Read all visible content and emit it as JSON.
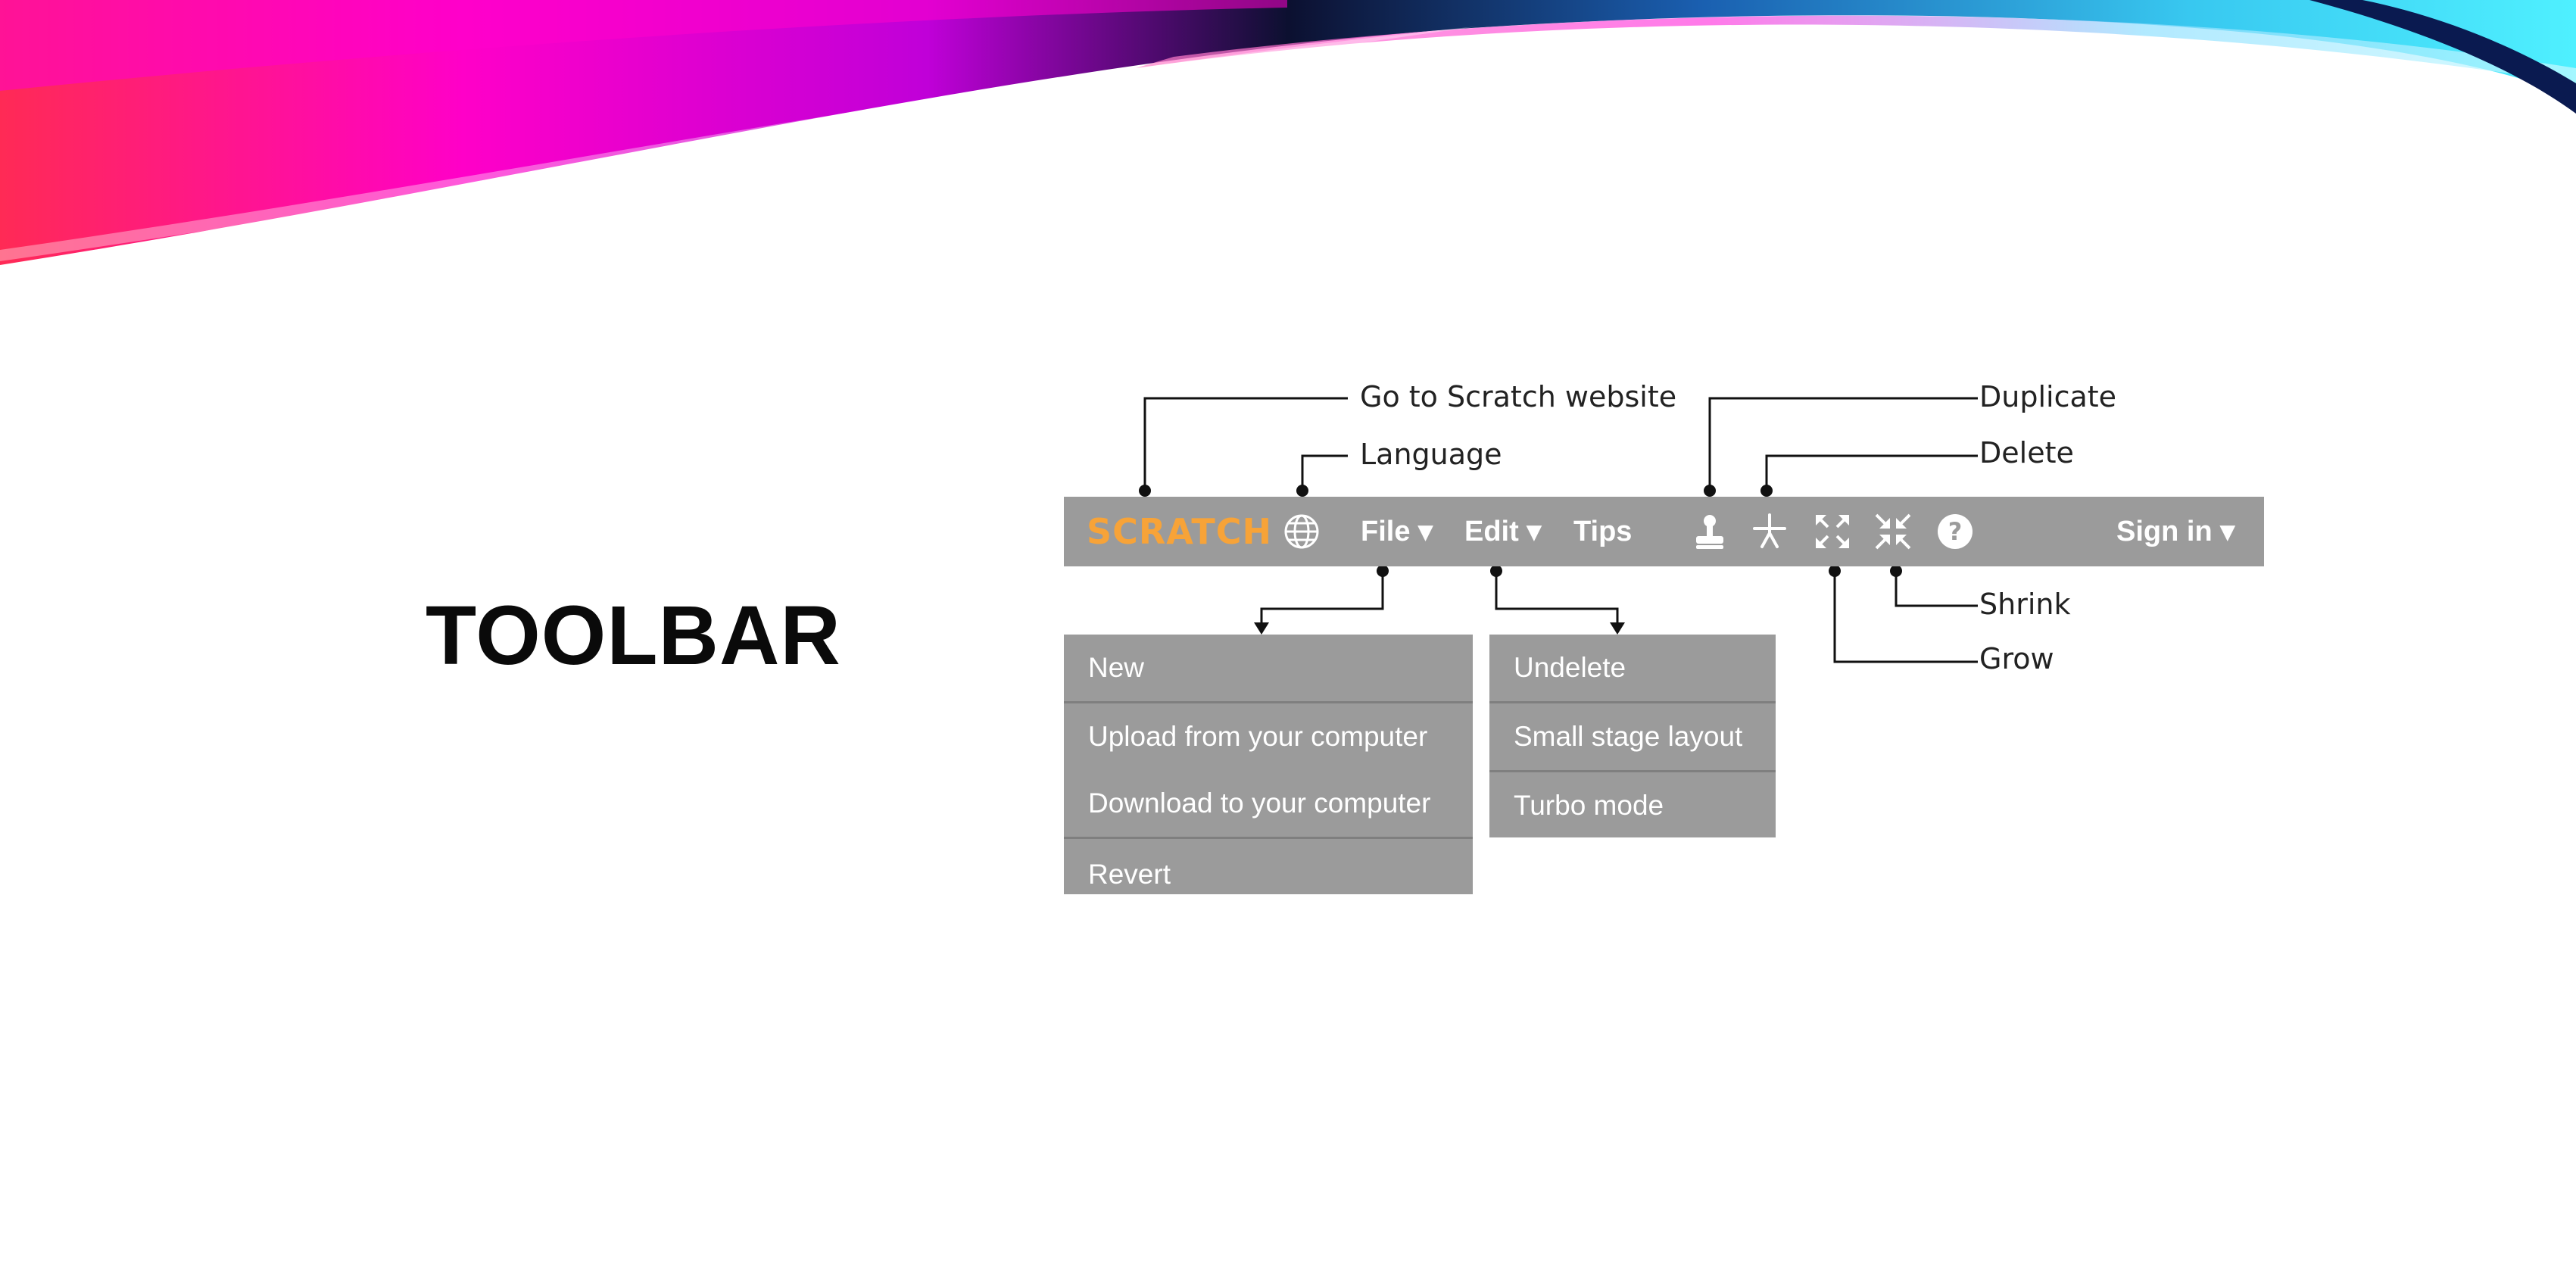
{
  "slide": {
    "title": "TOOLBAR"
  },
  "toolbar": {
    "logo_text": "SCRATCH",
    "file_label": "File ▾",
    "edit_label": "Edit ▾",
    "tips_label": "Tips",
    "signin_label": "Sign in ▾",
    "icons": [
      "globe-icon",
      "duplicate-icon",
      "delete-icon",
      "grow-icon",
      "shrink-icon",
      "help-icon"
    ]
  },
  "file_menu": {
    "items": [
      "New",
      "Upload from your computer",
      "Download to your computer",
      "Revert"
    ]
  },
  "edit_menu": {
    "items": [
      "Undelete",
      "Small stage layout",
      "Turbo mode"
    ]
  },
  "callouts": {
    "website": "Go to Scratch website",
    "language": "Language",
    "duplicate": "Duplicate",
    "delete": "Delete",
    "shrink": "Shrink",
    "grow": "Grow"
  },
  "colors": {
    "toolbar_bg": "#9b9b9b",
    "logo": "#f7a338",
    "swoosh": [
      "#ff1f5a",
      "#ff00cc",
      "#0a1040",
      "#2aa8e0",
      "#45e8ff"
    ]
  }
}
